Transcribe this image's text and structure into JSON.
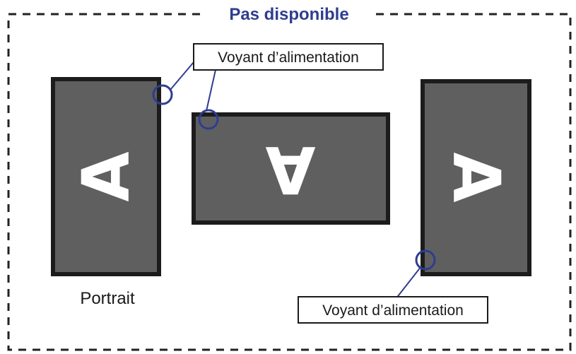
{
  "title": "Pas disponible",
  "caption": "Portrait",
  "glyph": "A",
  "callouts": {
    "top": "Voyant d’alimentation",
    "bottom": "Voyant d’alimentation"
  },
  "colors": {
    "title": "#2e3d8f",
    "border": "#222222",
    "monitor_fill": "#5f5f5f",
    "monitor_stroke": "#1c1c1c",
    "glyph": "#ffffff",
    "indicator": "#2e3d8f",
    "text": "#1a1a1a"
  }
}
